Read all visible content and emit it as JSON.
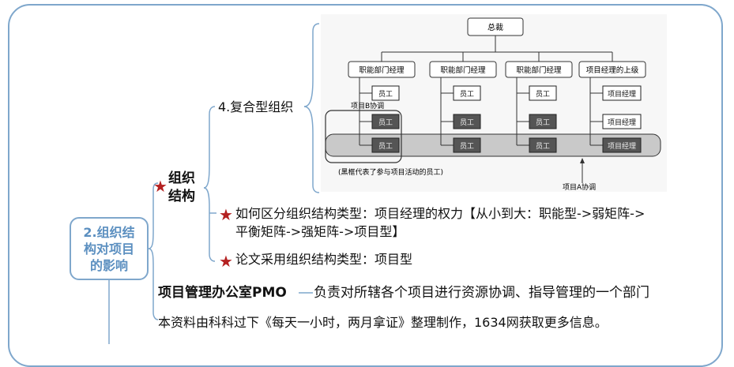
{
  "root": {
    "label_lines": [
      "2.组织结",
      "构对项目",
      "的影响"
    ]
  },
  "section": {
    "label_lines": [
      "组织",
      "结构"
    ]
  },
  "items": {
    "composite": "4.复合型组织",
    "distinguish_line1": "如何区分组织结构类型：项目经理的权力【从小到大：职能型->弱矩阵->",
    "distinguish_line2": "平衡矩阵->强矩阵->项目型】",
    "thesis": "论文采用组织结构类型：项目型"
  },
  "pmo": {
    "title": "项目管理办公室PMO",
    "desc": "负责对所辖各个项目进行资源协调、指导管理的一个部门"
  },
  "footer": {
    "text": "本资料由科科过下《每天一小时，两月拿证》整理制作，1634网获取更多信息。"
  },
  "org_chart": {
    "top": "总裁",
    "columns": [
      {
        "head": "职能部门经理",
        "boxes": [
          "员工",
          "员工",
          "员工"
        ]
      },
      {
        "head": "职能部门经理",
        "boxes": [
          "员工",
          "员工",
          "员工"
        ]
      },
      {
        "head": "职能部门经理",
        "boxes": [
          "员工",
          "员工",
          "员工"
        ]
      },
      {
        "head": "项目经理的上级",
        "boxes": [
          "项目经理",
          "项目经理",
          "项目经理"
        ]
      }
    ],
    "project_b_label": "项目B协调",
    "legend_note": "(黑框代表了参与项目活动的员工)",
    "project_a_label": "项目A协调"
  },
  "colors": {
    "accent": "#7fa7cc",
    "root_text": "#5b8fc0",
    "star": "#b42121",
    "dark_box": "#555555"
  }
}
